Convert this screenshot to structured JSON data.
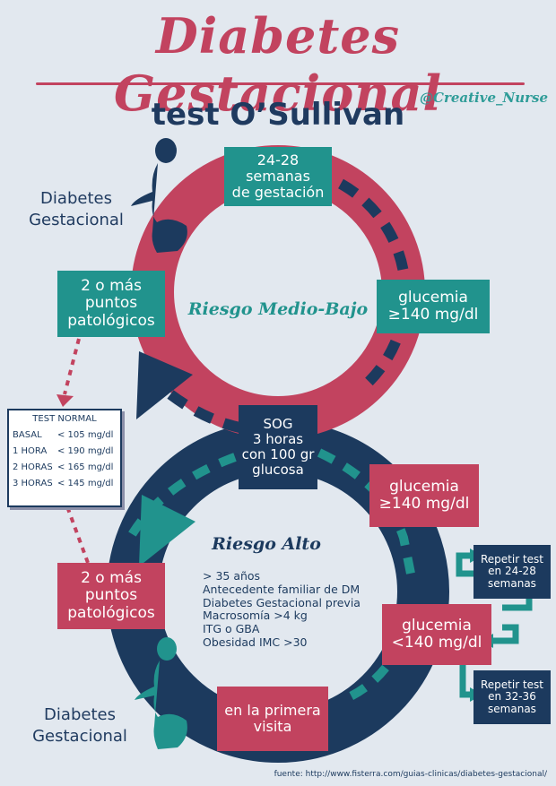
{
  "header": {
    "title": "Diabetes Gestacional",
    "handle": "@Creative_Nurse",
    "subtitle": "test O’Sullivan"
  },
  "top_loop": {
    "side_label": "Diabetes\nGestacional",
    "weeks_box": "24-28\nsemanas\nde gestación",
    "glucose_box": "glucemia\n≥140 mg/dl",
    "points_box": "2 o más\npuntos\npatológicos",
    "risk_title": "Riesgo Medio-Bajo"
  },
  "center_box": "SOG\n3 horas\ncon 100 gr\nglucosa",
  "test_normal": {
    "title": "TEST NORMAL",
    "rows": [
      {
        "label": "BASAL",
        "value": "< 105 mg/dl"
      },
      {
        "label": "1 HORA",
        "value": "< 190 mg/dl"
      },
      {
        "label": "2 HORAS",
        "value": "< 165 mg/dl"
      },
      {
        "label": "3 HORAS",
        "value": "< 145 mg/dl"
      }
    ]
  },
  "bottom_loop": {
    "glucose_high_box": "glucemia\n≥140 mg/dl",
    "risk_title": "Riesgo Alto",
    "risk_factors": "> 35 años\nAntecedente familiar de DM\nDiabetes Gestacional previa\nMacrosomía >4 kg\nITG o GBA\nObesidad IMC >30",
    "points_box": "2 o más\npuntos\npatológicos",
    "glucose_low_box": "glucemia\n<140 mg/dl",
    "first_visit_box": "en la primera\nvisita",
    "side_label": "Diabetes\nGestacional",
    "repeat_box_1": "Repetir test\nen 24-28\nsemanas",
    "repeat_box_2": "Repetir test\nen 32-36\nsemanas"
  },
  "footer": "fuente: http://www.fisterra.com/guias-clinicas/diabetes-gestacional/",
  "colors": {
    "pink": "#c2435f",
    "teal": "#21938d",
    "navy": "#1c3a5e",
    "background": "#e2e8ef"
  }
}
